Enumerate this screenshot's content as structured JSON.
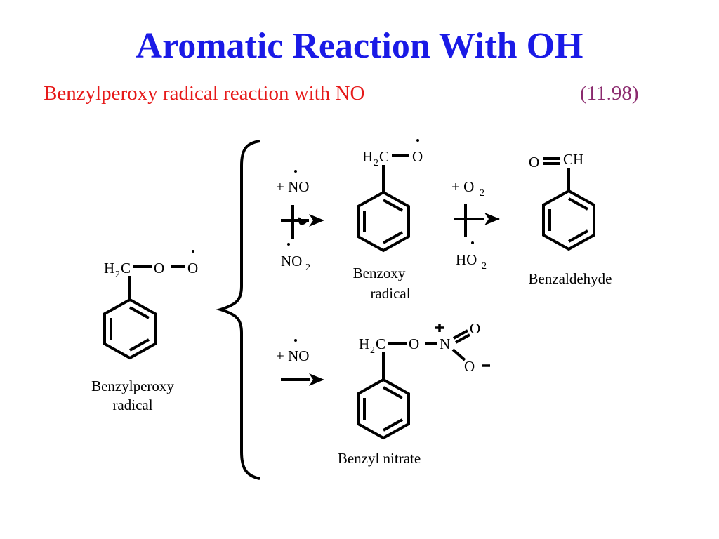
{
  "slide": {
    "title": "Aromatic Reaction With OH",
    "subtitle": "Benzylperoxy radical reaction with NO",
    "equation_number": "(11.98)",
    "colors": {
      "title": "#1a1ae6",
      "subtitle": "#e61a1a",
      "equation_number": "#8b2a6e"
    }
  },
  "diagram": {
    "reactant": {
      "label_line1": "Benzylperoxy",
      "label_line2": "radical",
      "atom_H": "H",
      "atom_H_sub": "2",
      "atom_C": "C",
      "atom_O1": "O",
      "atom_O2": "O"
    },
    "upper_path": {
      "reagent1": "+ NO",
      "byproduct1_main": "NO",
      "byproduct1_sub": "2",
      "intermediate": {
        "label_line1": "Benzoxy",
        "label_line2": "radical",
        "atom_H": "H",
        "atom_H_sub": "2",
        "atom_C": "C",
        "atom_O": "O"
      },
      "reagent2_main": "+ O",
      "reagent2_sub": "2",
      "byproduct2_main": "HO",
      "byproduct2_sub": "2",
      "product": {
        "label": "Benzaldehyde",
        "atom_O": "O",
        "atom_CH": "CH"
      }
    },
    "lower_path": {
      "reagent": "+ NO",
      "product": {
        "label": "Benzyl nitrate",
        "atom_H": "H",
        "atom_H_sub": "2",
        "atom_C": "C",
        "atom_O": "O",
        "atom_N": "N",
        "atom_O_top": "O",
        "atom_O_bottom": "O"
      }
    }
  }
}
